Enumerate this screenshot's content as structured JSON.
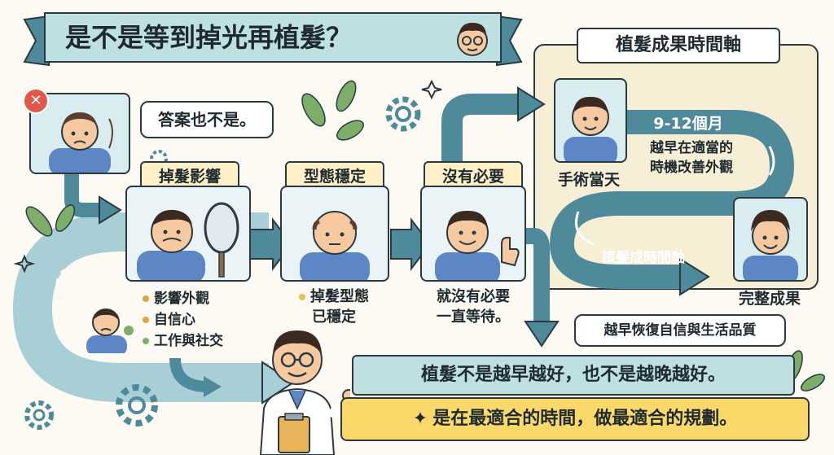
{
  "title": "是不是等到掉光再植髮？",
  "intro_bubble": "答案也不是。",
  "timeline": {
    "title": "植髮成果時間軸",
    "surgery_label": "手術當天",
    "months_label": "9-12個月",
    "early_text_line1": "越早在適當的",
    "early_text_line2": "時機改善外觀",
    "axis_label": "植髮成時間軸",
    "result_label": "完整成果",
    "confidence_bubble": "越早恢復自信與生活品質"
  },
  "stages": [
    {
      "heading": "掉髮影響",
      "bullets": [
        "影響外觀",
        "自信心",
        "工作與社交"
      ]
    },
    {
      "heading": "型態穩定",
      "lines": [
        "掉髮型態",
        "已穩定"
      ]
    },
    {
      "heading": "沒有必要",
      "lines": [
        "就沒有必要",
        "一直等待。"
      ]
    }
  ],
  "conclusion": {
    "line1": "植髮不是越早越好，也不是越晚越好。",
    "line2": "是在最適合的時間，做最適合的規劃。"
  },
  "colors": {
    "teal": "#4f8a9a",
    "teal_light": "#a9cfd6",
    "teal_banner": "#bfe0e3",
    "cream": "#f7eed6",
    "yellow": "#fbd86a",
    "skin": "#f6c9a0",
    "shirt": "#5d86c4"
  },
  "icons": [
    "close-icon",
    "gear-icon",
    "leaf-icon",
    "sparkle-icon",
    "mirror-icon",
    "check-icon"
  ]
}
